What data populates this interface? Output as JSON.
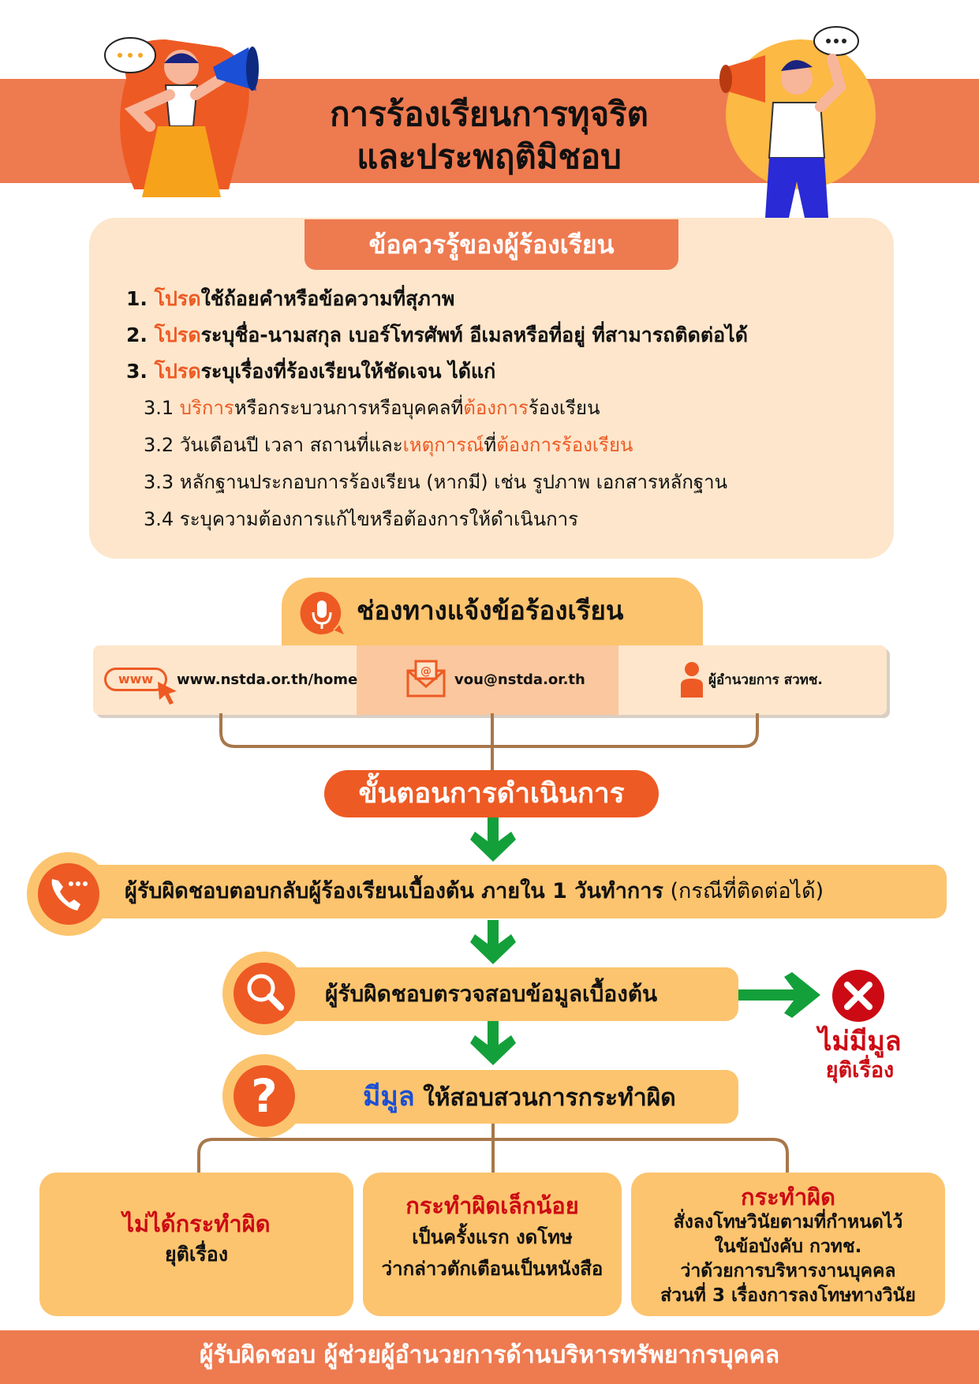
{
  "title": {
    "line1": "การร้องเรียนการทุจริต",
    "line2": "และประพฤติมิชอบ"
  },
  "tips": {
    "heading": "ข้อควรรู้ของผู้ร้องเรียน",
    "items": [
      {
        "num": "1.",
        "hl": "โปรด",
        "text": "ใช้ถ้อยคำหรือข้อความที่สุภาพ"
      },
      {
        "num": "2.",
        "hl": "โปรด",
        "text": "ระบุชื่อ-นามสกุล เบอร์โทรศัพท์ อีเมลหรือที่อยู่ ที่สามารถติดต่อได้"
      },
      {
        "num": "3.",
        "hl": "โปรด",
        "text": "ระบุเรื่องที่ร้องเรียนให้ชัดเจน ได้แก่"
      }
    ],
    "sub": {
      "s1": {
        "num": "3.1 ",
        "a": "บริการ",
        "b": "หรือกระบวนการหรือบุคคลที่",
        "c": "ต้องการ",
        "d": "ร้องเรียน"
      },
      "s2": {
        "num": "3.2 ",
        "a": "วันเดือนปี เวลา สถานที่และ",
        "b": "เหตุการณ์",
        "c": "ที่",
        "d": "ต้องการร้องเรียน"
      },
      "s3": "3.3 หลักฐานประกอบการร้องเรียน (หากมี) เช่น รูปภาพ เอกสารหลักฐาน",
      "s4": "3.4 ระบุความต้องการแก้ไขหรือต้องการให้ดำเนินการ"
    }
  },
  "channels": {
    "heading": "ช่องทางแจ้งข้อร้องเรียน",
    "www_badge": "www",
    "website": "www.nstda.or.th/home",
    "email_symbol": "@",
    "email": "vou@nstda.or.th",
    "director": "ผู้อำนวยการ สวทช."
  },
  "process": {
    "heading": "ขั้นตอนการดำเนินการ",
    "step1": {
      "main": "ผู้รับผิดชอบตอบกลับผู้ร้องเรียนเบื้องต้น ภายใน 1 วันทำการ",
      "note": " (กรณีที่ติดต่อได้)"
    },
    "step2": "ผู้รับผิดชอบตรวจสอบข้อมูลเบื้องต้น",
    "no_basis": {
      "title": "ไม่มีมูล",
      "sub": "ยุติเรื่อง"
    },
    "step3": {
      "hl": "มีมูล",
      "text": " ให้สอบสวนการกระทำผิด"
    },
    "question_mark": "?"
  },
  "outcomes": [
    {
      "title": "ไม่ได้กระทำผิด",
      "lines": [
        "ยุติเรื่อง"
      ]
    },
    {
      "title": "กระทำผิดเล็กน้อย",
      "lines": [
        "เป็นครั้งแรก งดโทษ",
        "ว่ากล่าวตักเตือนเป็นหนังสือ"
      ]
    },
    {
      "title": "กระทำผิด",
      "lines": [
        "สั่งลงโทษวินัยตามที่กำหนดไว้",
        "ในข้อบังคับ กวทช.",
        "ว่าด้วยการบริหารงานบุคคล",
        "ส่วนที่ 3 เรื่องการลงโทษทางวินัย"
      ]
    }
  ],
  "footer": "ผู้รับผิดชอบ ผู้ช่วยผู้อำนวยการด้านบริหารทรัพยากรบุคคล",
  "colors": {
    "orange": "#ee7a50",
    "red_orange": "#ee5a24",
    "peach": "#fde6cb",
    "yellow": "#fcc46e",
    "green": "#13a03a",
    "red": "#cc0a14",
    "blue": "#1a4fd6"
  }
}
